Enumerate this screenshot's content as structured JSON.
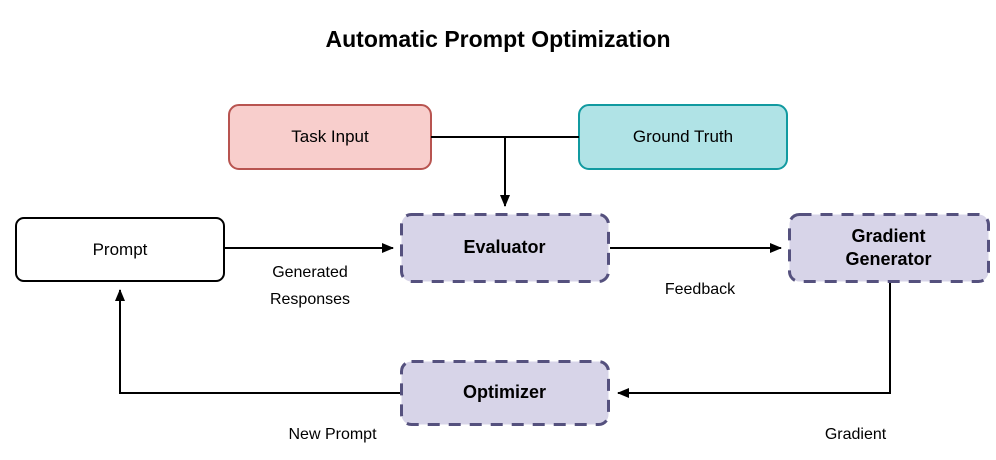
{
  "title": "Automatic Prompt Optimization",
  "nodes": {
    "task_input": {
      "label": "Task Input",
      "fill": "#f8cecc",
      "border": "#b85450"
    },
    "ground_truth": {
      "label": "Ground Truth",
      "fill": "#b0e3e6",
      "border": "#119aa0"
    },
    "prompt": {
      "label": "Prompt",
      "fill": "#ffffff",
      "border": "#000000"
    },
    "evaluator": {
      "label": "Evaluator",
      "fill": "#d7d4e8",
      "border": "#55517e"
    },
    "gradient_generator": {
      "label": "Gradient Generator",
      "fill": "#d7d4e8",
      "border": "#55517e"
    },
    "optimizer": {
      "label": "Optimizer",
      "fill": "#d7d4e8",
      "border": "#55517e"
    }
  },
  "edge_labels": {
    "generated_responses": "Generated Responses",
    "feedback": "Feedback",
    "gradient": "Gradient",
    "new_prompt": "New Prompt"
  },
  "colors": {
    "connector": "#000000"
  }
}
